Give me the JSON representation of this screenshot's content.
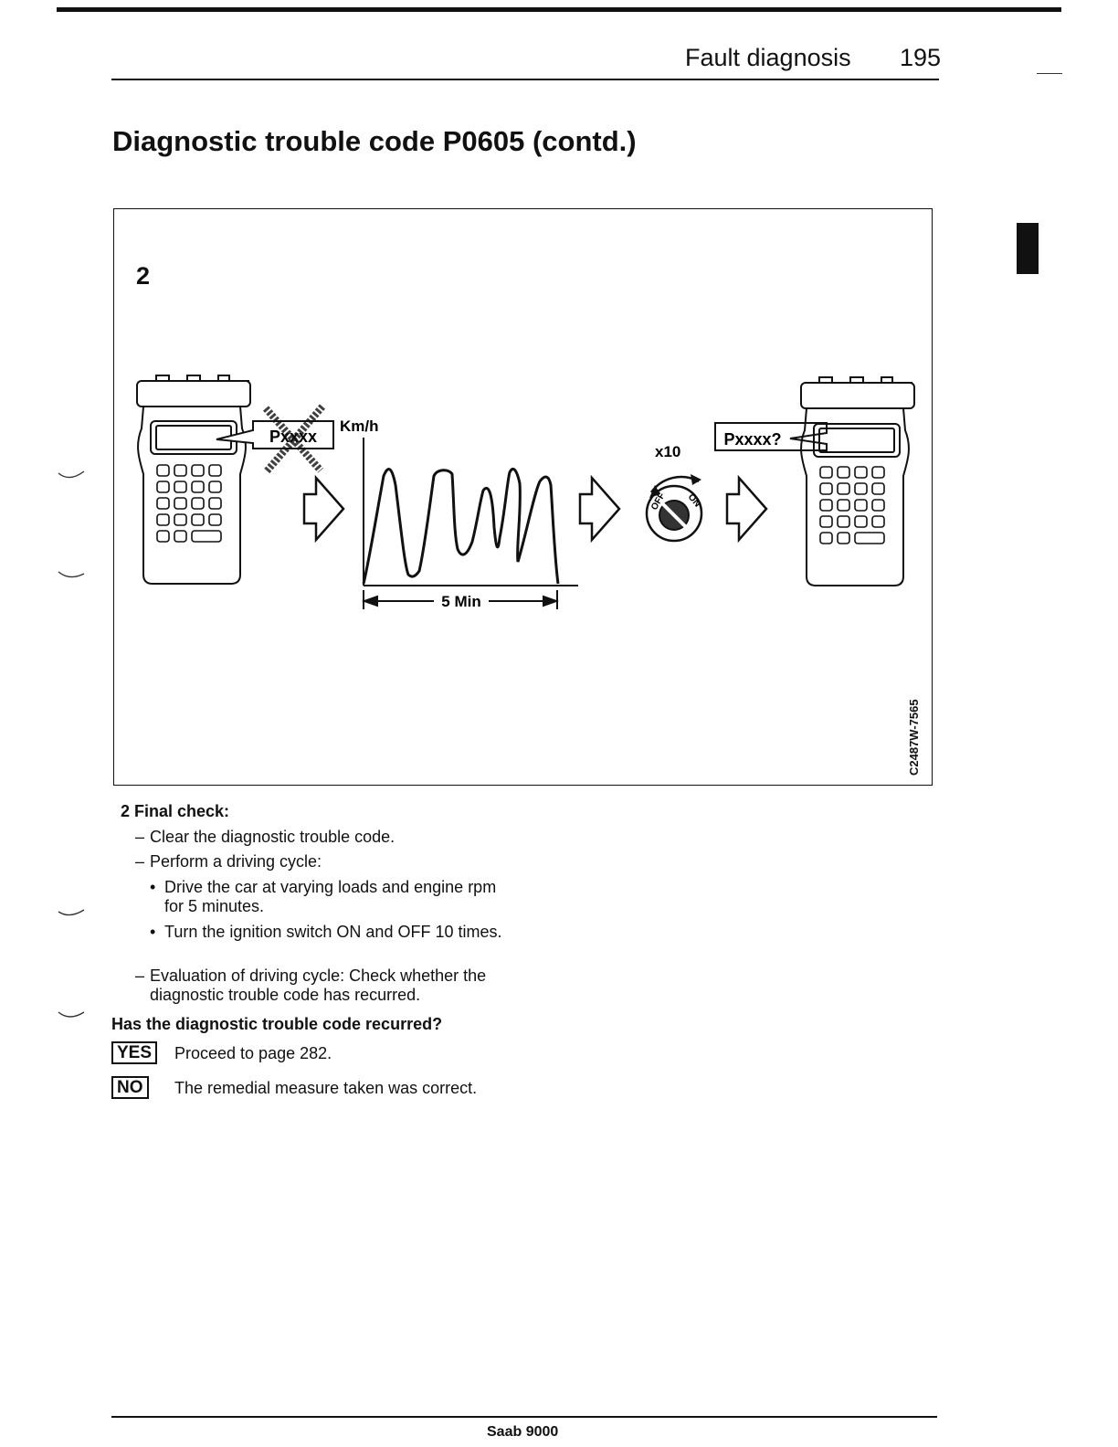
{
  "header": {
    "section": "Fault diagnosis",
    "page_number": "195"
  },
  "title": "Diagnostic trouble code P0605 (contd.)",
  "figure": {
    "step_number": "2",
    "left_code": "Pxxxx",
    "speed_unit": "Km/h",
    "duration": "5 Min",
    "repeat": "x10",
    "switch_off": "OFF",
    "switch_on": "ON",
    "right_code": "Pxxxx?",
    "reference": "C2487W-7565"
  },
  "step": {
    "heading": "2 Final check:",
    "items": [
      "Clear the diagnostic trouble code.",
      "Perform a driving cycle:",
      "Evaluation of driving cycle: Check whether the diagnostic trouble code has recurred."
    ],
    "subitems": [
      "Drive the car at varying loads and engine rpm for 5 minutes.",
      "Turn the ignition switch ON and OFF 10 times."
    ]
  },
  "question": "Has the diagnostic trouble code recurred?",
  "options": [
    {
      "label": "YES",
      "text": "Proceed to page 282."
    },
    {
      "label": "NO",
      "text": "The remedial measure taken was correct."
    }
  ],
  "footer": "Saab 9000"
}
